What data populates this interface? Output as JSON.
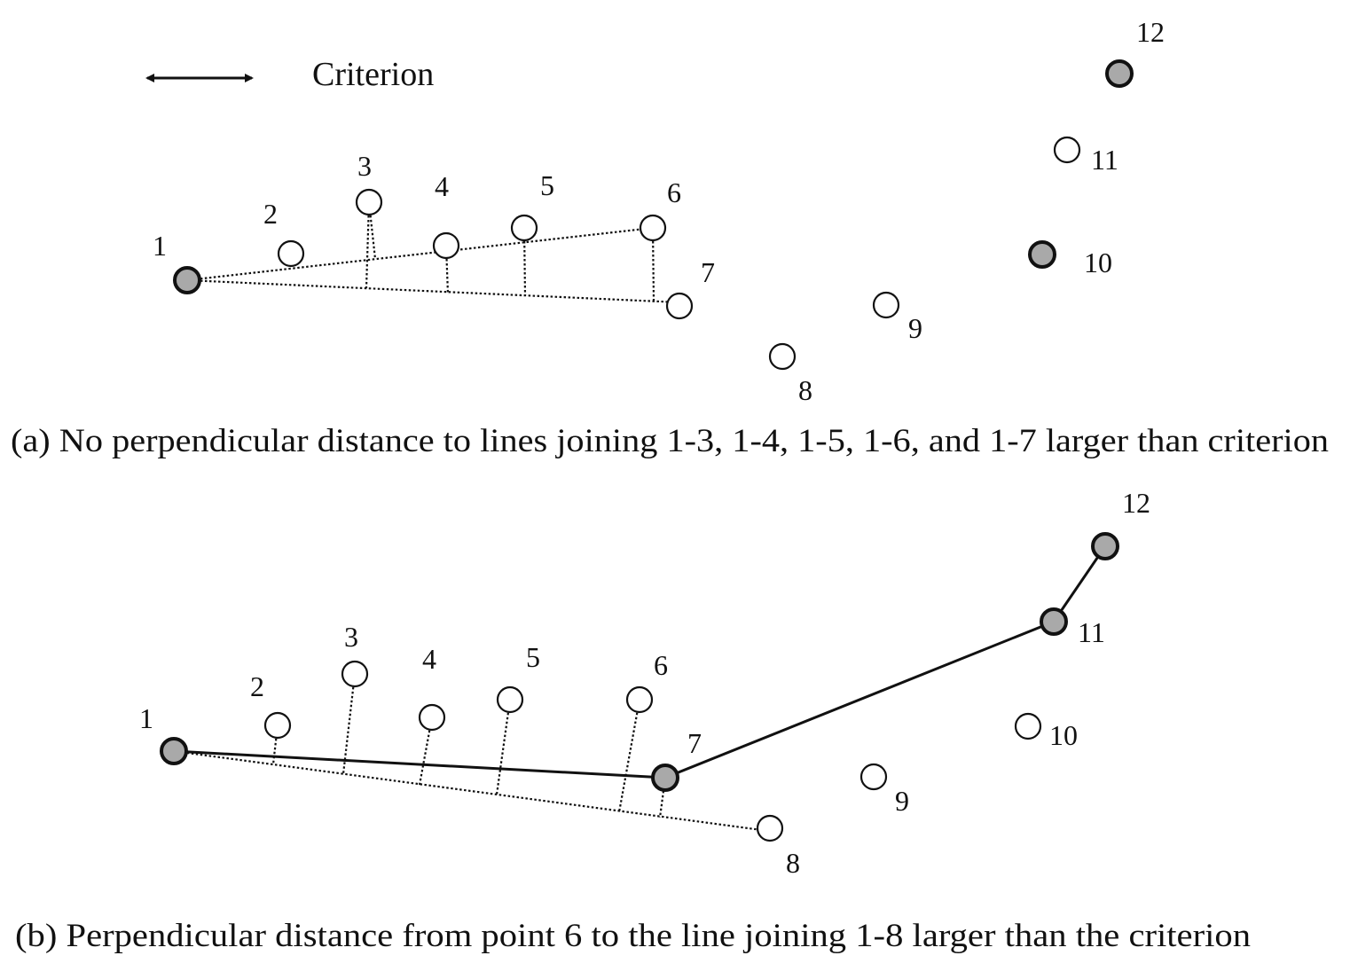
{
  "legend": {
    "label": "Criterion",
    "icon": "double-arrow-icon"
  },
  "panels": [
    {
      "id": "a",
      "caption": "(a) No perpendicular distance to lines joining 1-3, 1-4, 1-5, 1-6, and 1-7 larger than criterion",
      "points": [
        {
          "label": "1",
          "key": true
        },
        {
          "label": "2",
          "key": false
        },
        {
          "label": "3",
          "key": false
        },
        {
          "label": "4",
          "key": false
        },
        {
          "label": "5",
          "key": false
        },
        {
          "label": "6",
          "key": false
        },
        {
          "label": "7",
          "key": false
        },
        {
          "label": "8",
          "key": false
        },
        {
          "label": "9",
          "key": false
        },
        {
          "label": "10",
          "key": true
        },
        {
          "label": "11",
          "key": false
        },
        {
          "label": "12",
          "key": true
        }
      ]
    },
    {
      "id": "b",
      "caption": "(b) Perpendicular distance from point 6 to the line joining 1-8 larger than the criterion",
      "points": [
        {
          "label": "1",
          "key": true
        },
        {
          "label": "2",
          "key": false
        },
        {
          "label": "3",
          "key": false
        },
        {
          "label": "4",
          "key": false
        },
        {
          "label": "5",
          "key": false
        },
        {
          "label": "6",
          "key": false
        },
        {
          "label": "7",
          "key": true
        },
        {
          "label": "8",
          "key": false
        },
        {
          "label": "9",
          "key": false
        },
        {
          "label": "10",
          "key": false
        },
        {
          "label": "11",
          "key": true
        },
        {
          "label": "12",
          "key": true
        }
      ]
    }
  ]
}
